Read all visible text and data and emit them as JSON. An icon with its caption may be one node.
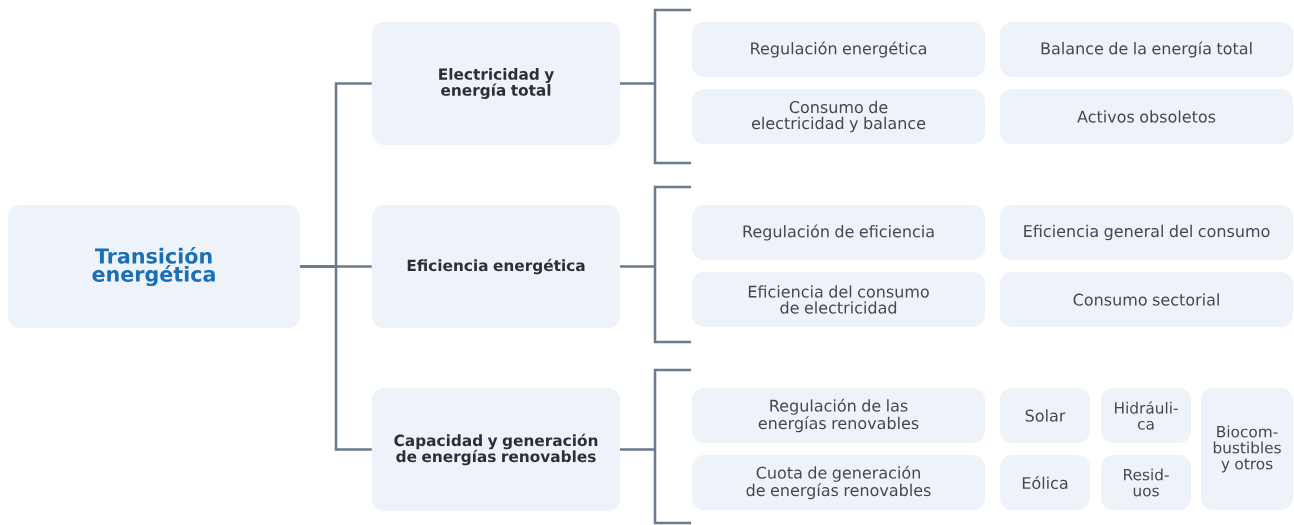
{
  "diagram": {
    "nodes": [
      {
        "text": [
          "Transición energética"
        ]
      },
      {
        "text": [
          "Electricidad y energía total"
        ]
      },
      {
        "text": [
          "Eficiencia energética"
        ]
      },
      {
        "text": [
          "Capacidad y generación de energías renovables"
        ]
      },
      {
        "text": [
          "Regulación energética"
        ]
      },
      {
        "text": [
          "Balance de la energía total"
        ]
      },
      {
        "text": [
          "Consumo de electricidad y balance"
        ]
      },
      {
        "text": [
          "Activos obsoletos"
        ]
      },
      {
        "text": [
          "Regulación de eficiencia"
        ]
      },
      {
        "text": [
          "Eficiencia general del consumo"
        ]
      },
      {
        "text": [
          "Eficiencia del consumo de electricidad"
        ]
      },
      {
        "text": [
          "Consumo sectorial"
        ]
      },
      {
        "text": [
          "Regulación de las energías renovables"
        ]
      },
      {
        "text": [
          "Cuota de generación de energías renovables"
        ]
      },
      {
        "text": [
          "Solar"
        ]
      },
      {
        "text": [
          "Eólica"
        ]
      },
      {
        "text": [
          "Hidráuli-ca"
        ]
      },
      {
        "text": [
          "Resid-uos"
        ]
      },
      {
        "text": [
          "Biocom-bustibles y otros"
        ]
      }
    ],
    "edges": [
      {
        "from": 0,
        "to": 1,
        "arrow": "none"
      },
      {
        "from": 0,
        "to": 2,
        "arrow": "none"
      },
      {
        "from": 0,
        "to": 3,
        "arrow": "none"
      }
    ]
  }
}
